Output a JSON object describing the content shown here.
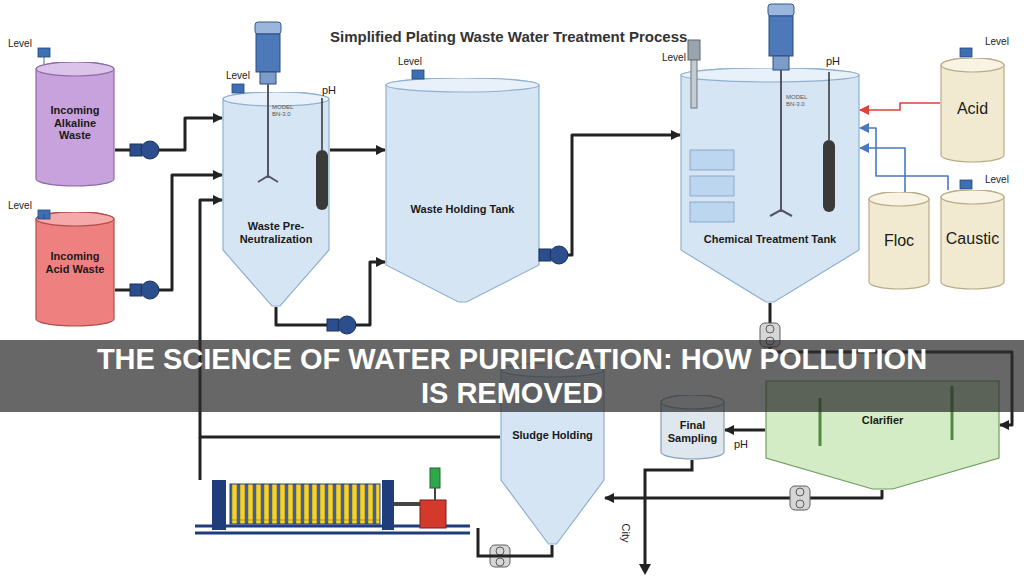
{
  "diagram": {
    "title": "Simplified Plating Waste Water Treatment Process",
    "caption": "THE SCIENCE OF WATER PURIFICATION: HOW POLLUTION IS REMOVED",
    "nodes": [
      {
        "text": [
          "Incoming Alkaline Waste"
        ]
      },
      {
        "text": [
          "Incoming Acid Waste"
        ]
      },
      {
        "text": [
          "Waste Pre-Neutralization"
        ]
      },
      {
        "text": [
          "Waste Holding Tank"
        ]
      },
      {
        "text": [
          "Chemical Treatment Tank"
        ]
      },
      {
        "text": [
          "Acid"
        ]
      },
      {
        "text": [
          "Floc"
        ]
      },
      {
        "text": [
          "Caustic"
        ]
      },
      {
        "text": [
          "Clarifier"
        ]
      },
      {
        "text": [
          "Final Sampling"
        ]
      },
      {
        "text": [
          "Sludge Holding"
        ]
      }
    ],
    "edges": [
      {
        "from": 0,
        "to": 2,
        "arrow": "to"
      },
      {
        "from": 1,
        "to": 2,
        "arrow": "to"
      },
      {
        "from": 2,
        "to": 3,
        "arrow": "to"
      },
      {
        "from": 2,
        "to": 3,
        "arrow": "to"
      },
      {
        "from": 3,
        "to": 4,
        "arrow": "to"
      },
      {
        "from": 5,
        "to": 4,
        "arrow": "to"
      },
      {
        "from": 6,
        "to": 4,
        "arrow": "to"
      },
      {
        "from": 7,
        "to": 4,
        "arrow": "to"
      },
      {
        "from": 4,
        "to": 8,
        "arrow": "to"
      },
      {
        "from": 8,
        "to": 9,
        "arrow": "to"
      },
      {
        "from": 8,
        "to": 10,
        "arrow": "to"
      },
      {
        "from": 10,
        "to": 2,
        "arrow": "to"
      }
    ],
    "labels": [
      "Level",
      "Level",
      "Level",
      "pH",
      "Level",
      "Level",
      "pH",
      "Level",
      "Level",
      "pH",
      "City",
      "MODEL",
      "BN-3.0",
      "MODEL",
      "BN-3.0"
    ]
  }
}
